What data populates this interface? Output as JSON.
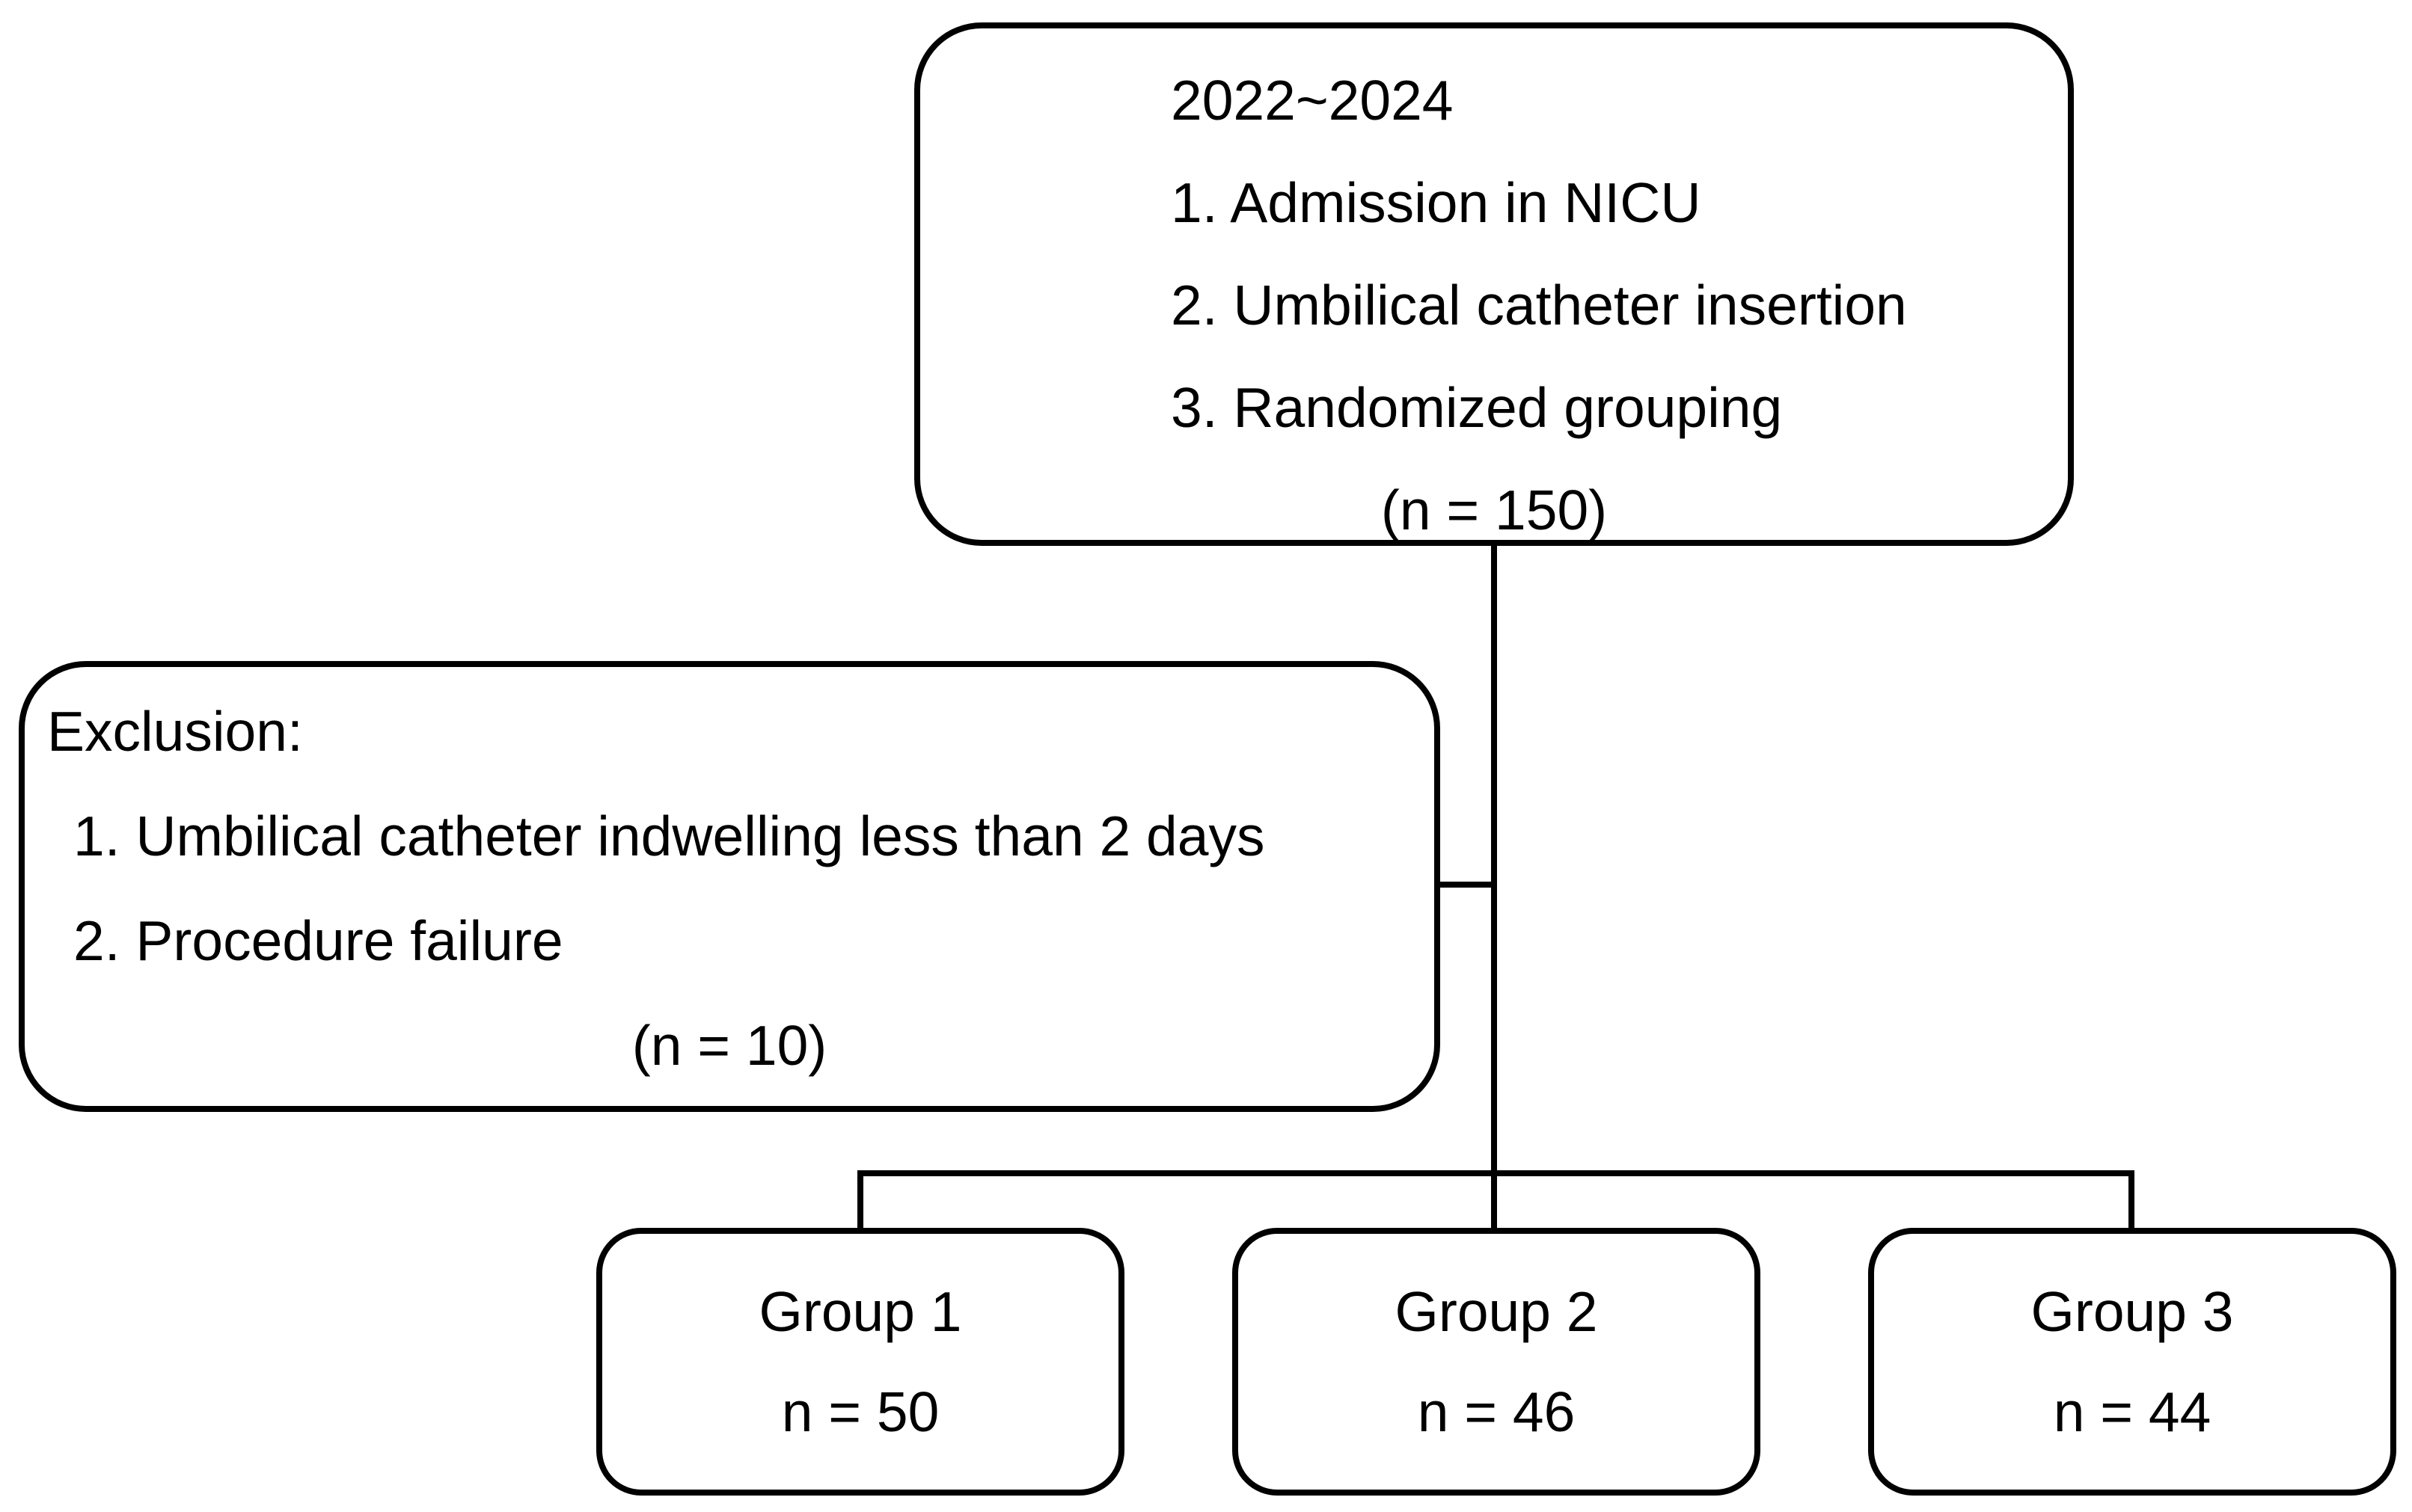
{
  "page": {
    "background": "#ffffff"
  },
  "diagram": {
    "type": "study-flowchart",
    "colors": {
      "line": "#000000",
      "text": "#000000",
      "box_fill": "#ffffff"
    },
    "top_box": {
      "period": "2022~2024",
      "steps": [
        "1. Admission in NICU",
        "2. Umbilical catheter insertion",
        "3. Randomized grouping"
      ],
      "n_label": "(n = 150)"
    },
    "exclusion_box": {
      "title": "Exclusion:",
      "items": [
        "1. Umbilical catheter indwelling less than 2 days",
        "2. Procedure failure"
      ],
      "n_label": "(n = 10)"
    },
    "groups": [
      {
        "label": "Group 1",
        "n_label": "n = 50"
      },
      {
        "label": "Group 2",
        "n_label": "n = 46"
      },
      {
        "label": "Group 3",
        "n_label": "n = 44"
      }
    ]
  }
}
